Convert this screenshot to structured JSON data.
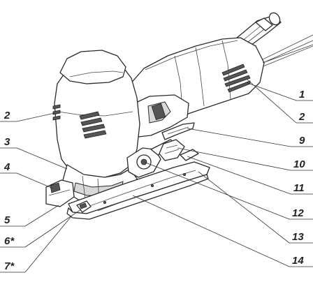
{
  "callouts": [
    {
      "id": "label-1",
      "text": "1"
    },
    {
      "id": "label-2-right",
      "text": "2"
    },
    {
      "id": "label-9",
      "text": "9"
    },
    {
      "id": "label-10",
      "text": "10"
    },
    {
      "id": "label-11",
      "text": "11"
    },
    {
      "id": "label-12",
      "text": "12"
    },
    {
      "id": "label-13",
      "text": "13"
    },
    {
      "id": "label-14",
      "text": "14"
    },
    {
      "id": "label-2-left",
      "text": "2"
    },
    {
      "id": "label-3",
      "text": "3"
    },
    {
      "id": "label-4",
      "text": "4"
    },
    {
      "id": "label-5",
      "text": "5"
    },
    {
      "id": "label-6",
      "text": "6*"
    },
    {
      "id": "label-7",
      "text": "7*"
    }
  ]
}
